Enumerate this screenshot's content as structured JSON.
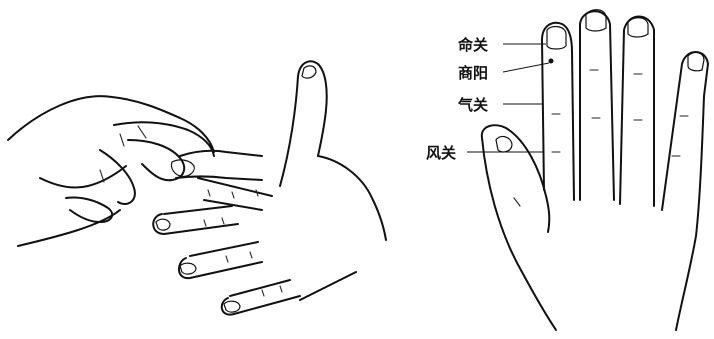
{
  "labels": {
    "mingguan": "命关",
    "shangyang": "商阳",
    "qiguan": "气关",
    "fengguan": "风关"
  },
  "colors": {
    "ink": "#111111",
    "background": "#ffffff"
  }
}
